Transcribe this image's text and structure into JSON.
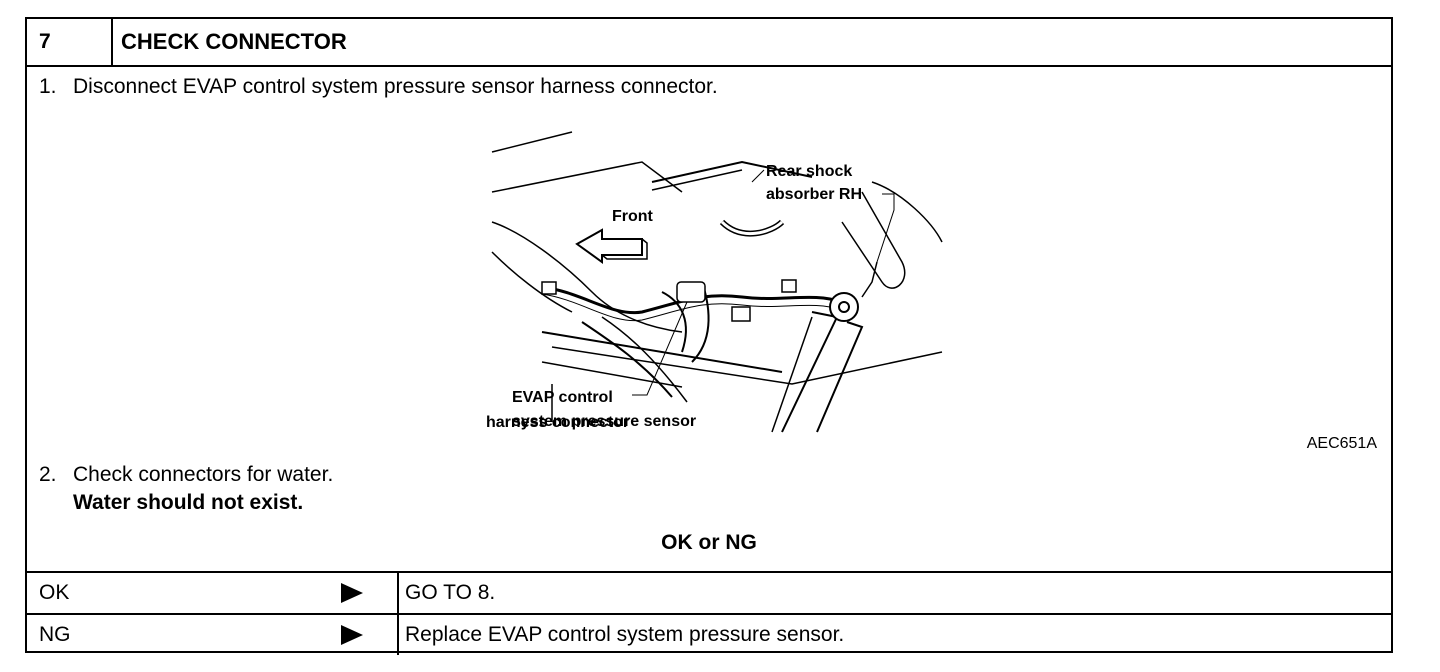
{
  "header": {
    "number": "7",
    "title": "CHECK CONNECTOR"
  },
  "steps": [
    {
      "num": "1.",
      "text": "Disconnect EVAP control system pressure sensor harness connector."
    },
    {
      "num": "2.",
      "text": "Check connectors for water.",
      "note": "Water should not exist."
    }
  ],
  "figure": {
    "labels": {
      "rear_shock_line1": "Rear shock",
      "rear_shock_line2": "absorber RH",
      "front": "Front",
      "evap_line1": "EVAP control",
      "evap_line2": "system pressure sensor",
      "evap_line3": "harness connector"
    },
    "code": "AEC651A"
  },
  "result": {
    "title": "OK or NG",
    "rows": [
      {
        "label": "OK",
        "action": "GO TO 8."
      },
      {
        "label": "NG",
        "action": "Replace EVAP control system pressure sensor."
      }
    ]
  }
}
